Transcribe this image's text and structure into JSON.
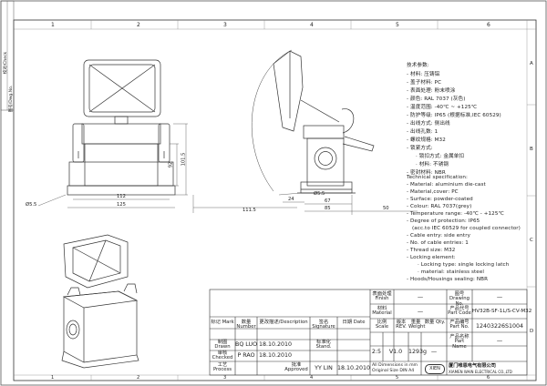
{
  "frame": {
    "cols_top": [
      "1",
      "2",
      "3",
      "4",
      "5",
      "6"
    ],
    "cols_bottom": [
      "1",
      "2",
      "3",
      "4",
      "5",
      "6"
    ],
    "rows": [
      "A",
      "B",
      "C",
      "D"
    ],
    "stamp_top": "校对/Check",
    "stamp_mid": "图号/Dwg.No."
  },
  "dims": {
    "d92": "92",
    "d101": "101.5",
    "d112": "112",
    "d125": "125",
    "hole_left": "Ø5.5",
    "d111": "111.5",
    "d24": "24",
    "hole_right": "Ø5.5",
    "d67": "67",
    "d85": "85",
    "d50": "50"
  },
  "spec_cn": {
    "title": "技术参数:",
    "lines": [
      "- 材料: 压铸铝",
      "- 盖子材料: PC",
      "- 表面处理: 粉末喷涂",
      "- 颜色: RAL 7037 (灰色)",
      "- 温度范围: -40℃ ~ +125℃",
      "- 防护等级: IP65 (根据标准,IEC 60529)",
      "- 出线方式: 侧出线",
      "- 出线孔数: 1",
      "- 螺纹规格: M32",
      "- 锁紧方式:",
      "· 锁扣方式: 金属单扣",
      "· 材料: 不锈钢",
      "- 密封材料: NBR"
    ]
  },
  "spec_en": {
    "title": "Technical specification:",
    "lines": [
      "- Material: aluminium die-cast",
      "- Material,cover: PC",
      "- Surface: powder-coated",
      "- Colour: RAL 7037(grey)",
      "- Temperature range: -40℃ - +125℃",
      "- Degree of protection: IP65",
      "(acc.to IEC 60529 for coupled connector)",
      "- Cable entry: side entry",
      "- No. of cable entries: 1",
      "- Thread size: M32",
      "- Locking element:",
      "· Locking type: single locking latch",
      "· material: stainless steel",
      "- Hoods/Housings sealing: NBR"
    ]
  },
  "title_block": {
    "h_mark": "标记 Mark",
    "h_number": "数量 Number",
    "h_desc": "更改描述/Description",
    "h_sign": "签名 Signature",
    "h_date": "日期 Date",
    "drawn_label": "制图 Drawn",
    "drawn_name": "BQ LUO",
    "drawn_date": "18.10.2010",
    "checked_label": "审核 Checked",
    "checked_name": "P RAO",
    "checked_date": "18.10.2010",
    "process_label": "工艺 Process",
    "std_label": "标准化 Stand.",
    "approved_label": "批准 Approved",
    "approved_name": "YY LIN",
    "approved_date": "18.10.2010",
    "finish_label": "表面处理 Finish",
    "finish_value": "—",
    "material_label": "材料 Material",
    "material_value": "—",
    "scale_label": "比例 Scale",
    "scale_value": "2:5",
    "rev_label": "版本 REV.",
    "rev_value": "V1.0",
    "weight_label": "重量 Weight",
    "weight_value": "1293g",
    "qty_label": "数量 Qty.",
    "qty_value": "—",
    "drawing_no_label": "图号 Drawing No.",
    "drawing_no_value": "—",
    "part_code_label": "产品代号 Part Code",
    "part_code_value": "HV32B-SF-1L/S-CV-M32",
    "part_no_label": "产品编号 Part No.",
    "part_no_value": "12403226S1004",
    "part_name_label": "产品名称 Part Name",
    "part_name_value": "—",
    "dims_note_cn": "All Dimensions in mm",
    "dims_note_en": "Original Size DIN A4",
    "logo_text": "XIEN",
    "company_cn": "厦门唯恩电气有限公司",
    "company_en": "XIAMEN WAIN ELECTRICAL CO.,LTD"
  }
}
